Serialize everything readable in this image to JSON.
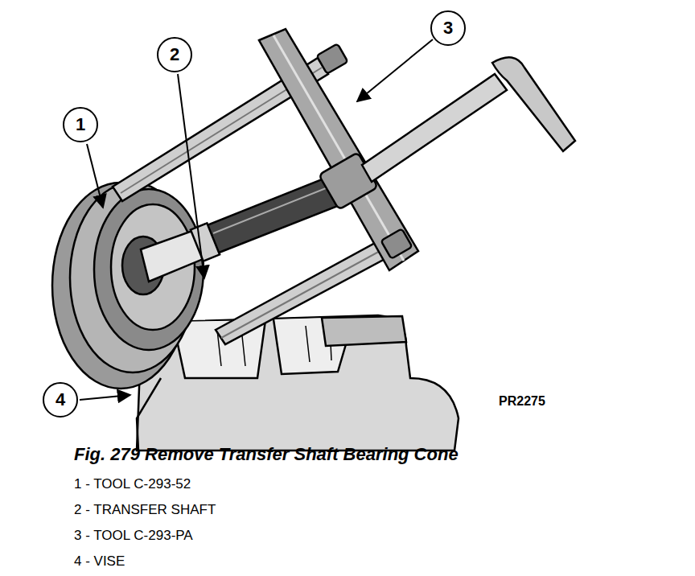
{
  "diagram": {
    "caption": "Fig. 279 Remove Transfer Shaft Bearing Cone",
    "nodes": [
      {
        "text": [
          "1"
        ]
      },
      {
        "text": [
          "2"
        ]
      },
      {
        "text": [
          "3"
        ]
      },
      {
        "text": [
          "4"
        ]
      }
    ],
    "labels": [
      "PR2275",
      "1 - TOOL C-293-52",
      "2 - TRANSFER SHAFT",
      "3 - TOOL C-293-PA",
      "4 - VISE"
    ]
  }
}
